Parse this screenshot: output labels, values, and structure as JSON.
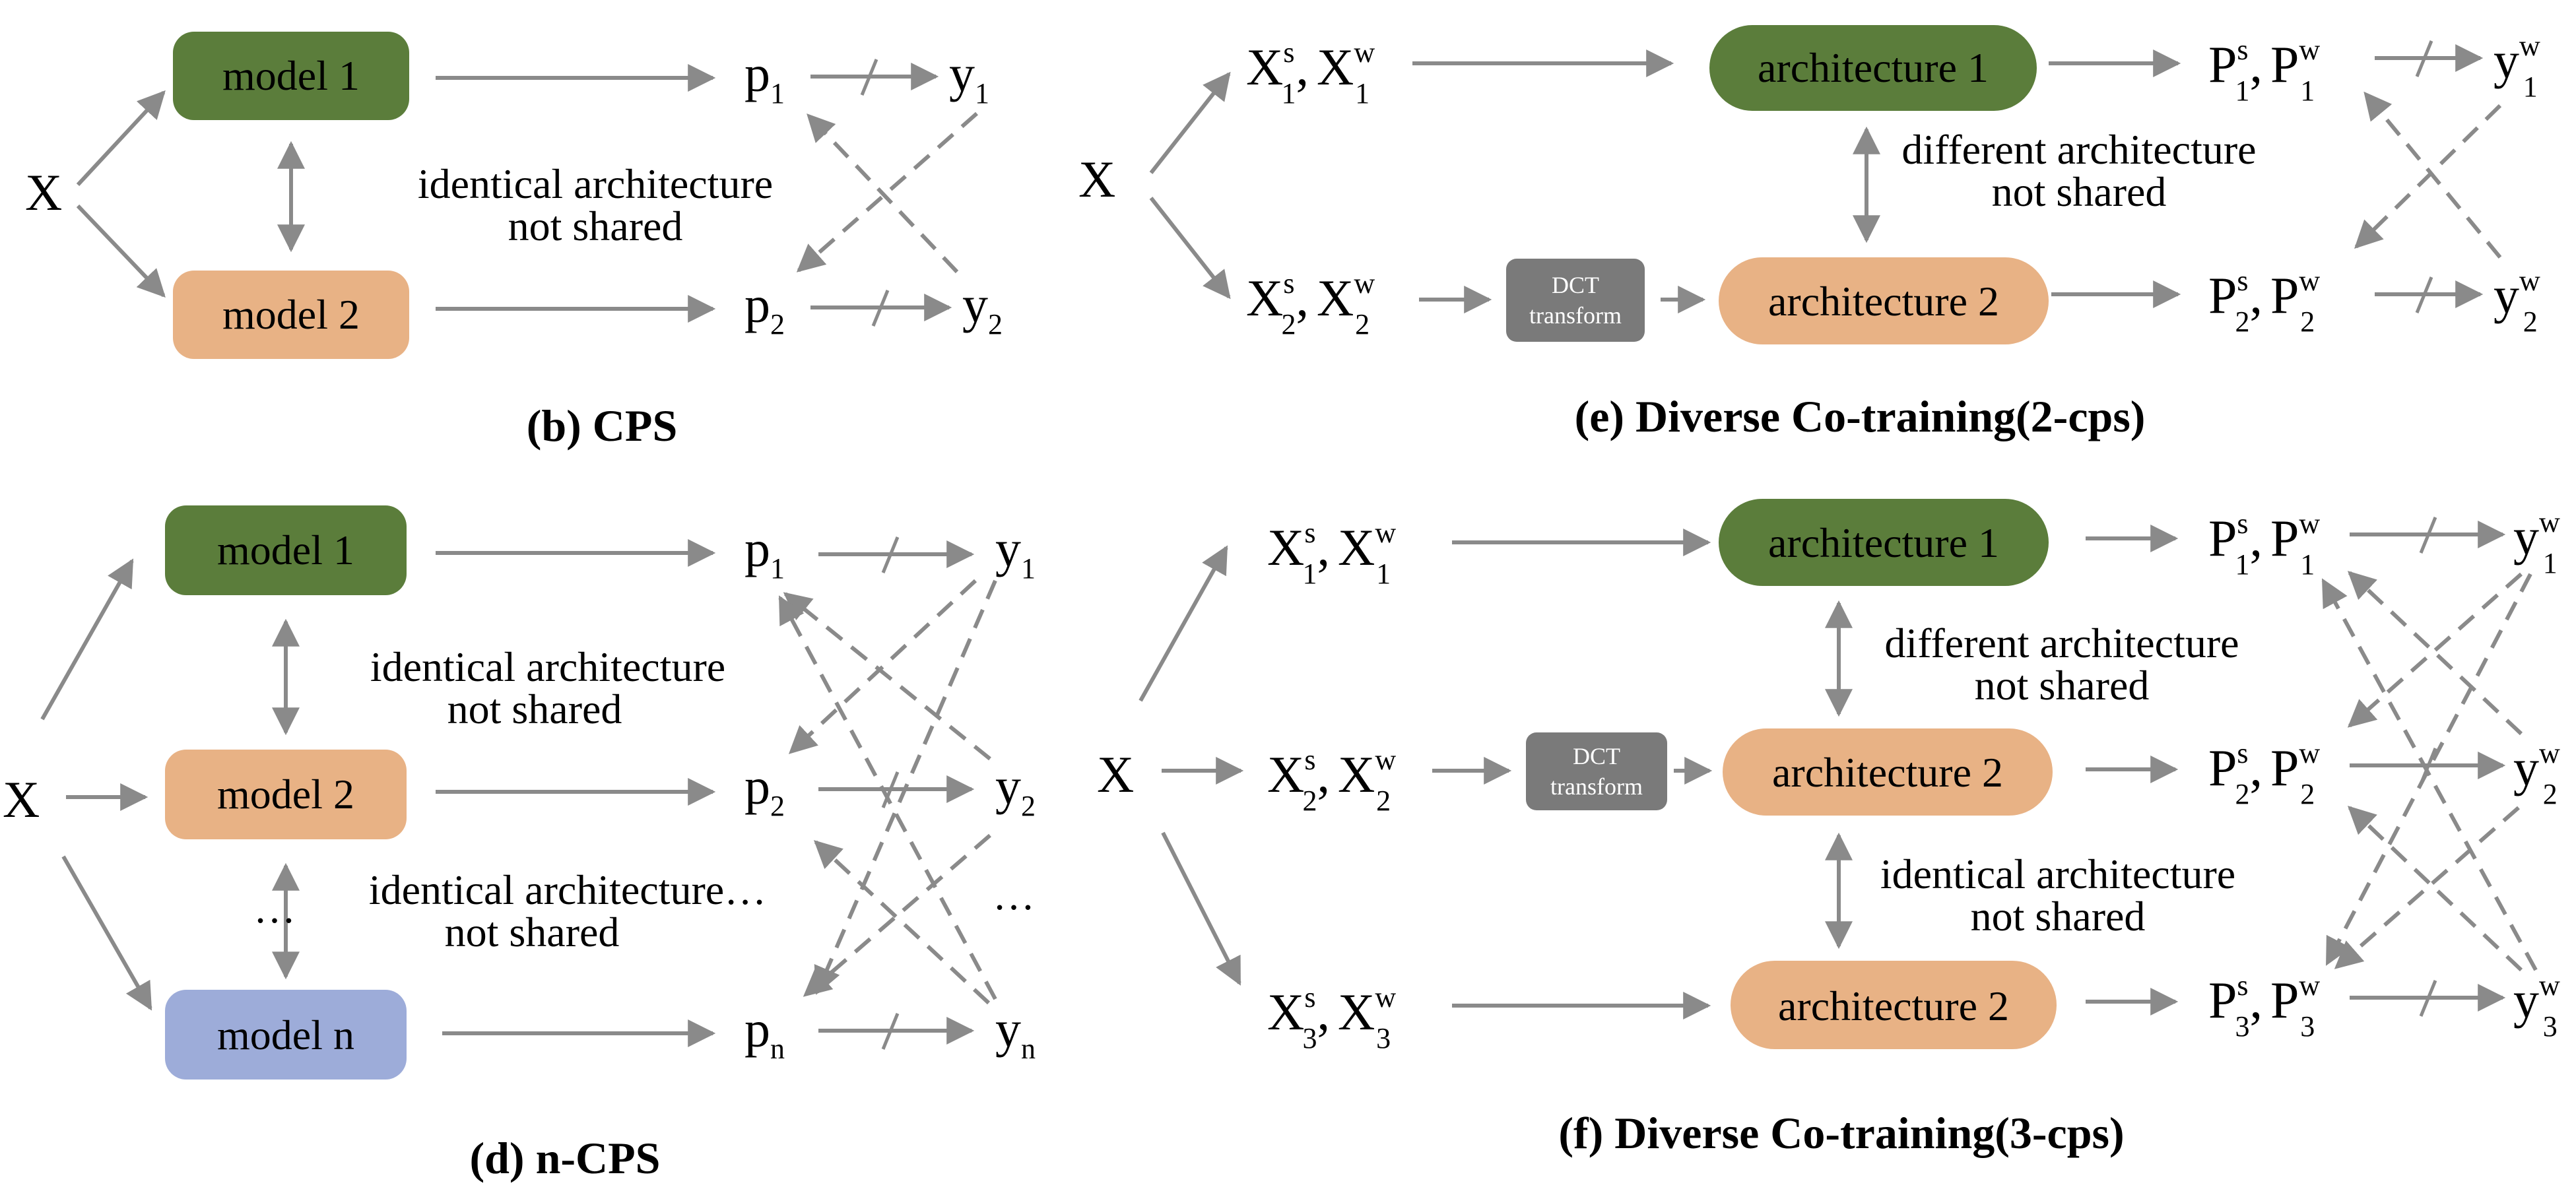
{
  "colors": {
    "green": "#5b7d3b",
    "orange": "#e8b285",
    "blue": "#9dacd9",
    "gray_box": "#7a7a7a",
    "arrow": "#8a8a8a"
  },
  "panel_b": {
    "input": "X",
    "box1": "model 1",
    "box2": "model 2",
    "p1": "p",
    "p1_sub": "1",
    "p2": "p",
    "p2_sub": "2",
    "y1": "y",
    "y1_sub": "1",
    "y2": "y",
    "y2_sub": "2",
    "note_line1": "identical architecture",
    "note_line2": "not shared",
    "caption": "(b) CPS"
  },
  "panel_d": {
    "input": "X",
    "box1": "model 1",
    "box2": "model 2",
    "boxn": "model n",
    "vdots": "…",
    "p1": "p",
    "p1_sub": "1",
    "p2": "p",
    "p2_sub": "2",
    "pn": "p",
    "pn_sub": "n",
    "y1": "y",
    "y1_sub": "1",
    "y2": "y",
    "y2_sub": "2",
    "yn": "y",
    "yn_sub": "n",
    "ydots": "…",
    "note1_line1": "identical architecture",
    "note1_line2": "not shared",
    "note2_line1": "identical architecture…",
    "note2_line2": "not shared",
    "caption": "(d) n-CPS"
  },
  "panel_e": {
    "input": "X",
    "x_main": "X",
    "s": "s",
    "w": "w",
    "comma": ",",
    "sub1": "1",
    "sub2": "2",
    "dct_line1": "DCT",
    "dct_line2": "transform",
    "box1": "architecture 1",
    "box2": "architecture 2",
    "P": "P",
    "y": "y",
    "note_line1": "different architecture",
    "note_line2": "not shared",
    "caption": "(e) Diverse Co-training(2-cps)"
  },
  "panel_f": {
    "input": "X",
    "x_main": "X",
    "s": "s",
    "w": "w",
    "comma": ",",
    "sub1": "1",
    "sub2": "2",
    "sub3": "3",
    "dct_line1": "DCT",
    "dct_line2": "transform",
    "box1": "architecture 1",
    "box2": "architecture 2",
    "box3": "architecture 2",
    "P": "P",
    "y": "y",
    "note1_line1": "different architecture",
    "note1_line2": "not shared",
    "note2_line1": "identical architecture",
    "note2_line2": "not shared",
    "caption": "(f) Diverse Co-training(3-cps)"
  }
}
